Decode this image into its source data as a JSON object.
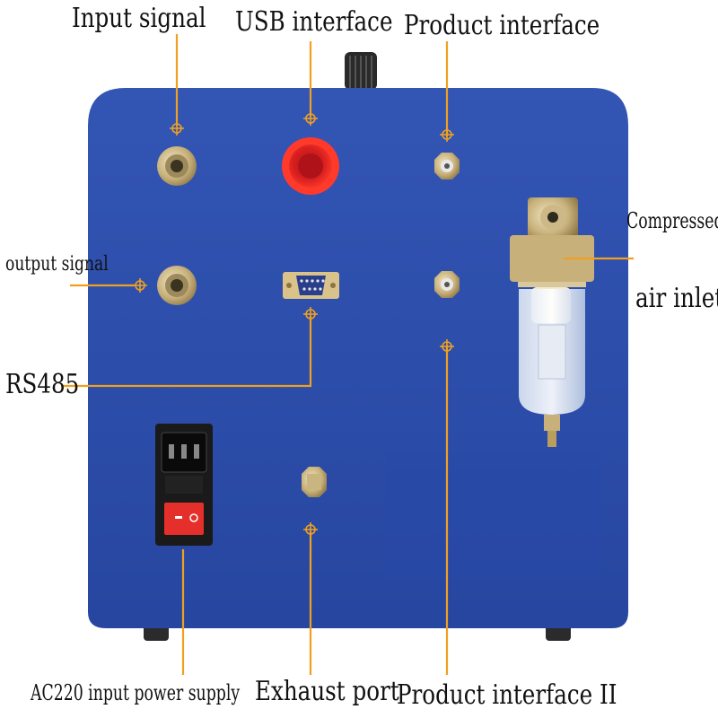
{
  "labels": {
    "input_signal": "Input signal",
    "usb_interface": "USB interface",
    "product_interface": "Product interface",
    "output_signal": "output signal",
    "rs485": "RS485",
    "compressed_air_line1": "Compressed",
    "compressed_air_line2": "air inlet",
    "ac_power": "AC220 input power supply",
    "exhaust_port": "Exhaust port",
    "product_interface_2": "Product interface II"
  },
  "colors": {
    "panel_blue": "#2a4aa3",
    "leader_orange": "#f0a020",
    "brass": "#c8b27a",
    "usb_red": "#e8231f",
    "switch_red": "#e52f2a"
  }
}
